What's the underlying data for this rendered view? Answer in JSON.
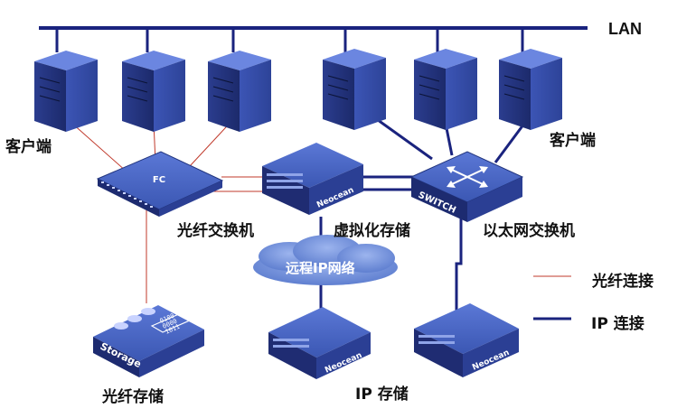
{
  "network": {
    "lan_label": "LAN",
    "clients_left_label": "客户端",
    "clients_right_label": "客户端",
    "fc_switch_badge": "FC",
    "fc_switch_label": "光纤交换机",
    "virtual_storage_label": "虚拟化存储",
    "ethernet_switch_badge": "SWITCH",
    "ethernet_switch_label": "以太网交换机",
    "cloud_label": "远程IP网络",
    "fiber_storage_label": "光纤存储",
    "fiber_storage_badge": "Storage",
    "fiber_storage_bits": [
      "0100",
      "0000",
      "1011"
    ],
    "ip_storage_label": "IP 存储",
    "device_brand": "Neocean"
  },
  "legend": {
    "fiber_label": "光纤连接",
    "ip_label": "IP 连接",
    "fiber_color": "#c0392b",
    "ip_color": "#1a237e"
  }
}
